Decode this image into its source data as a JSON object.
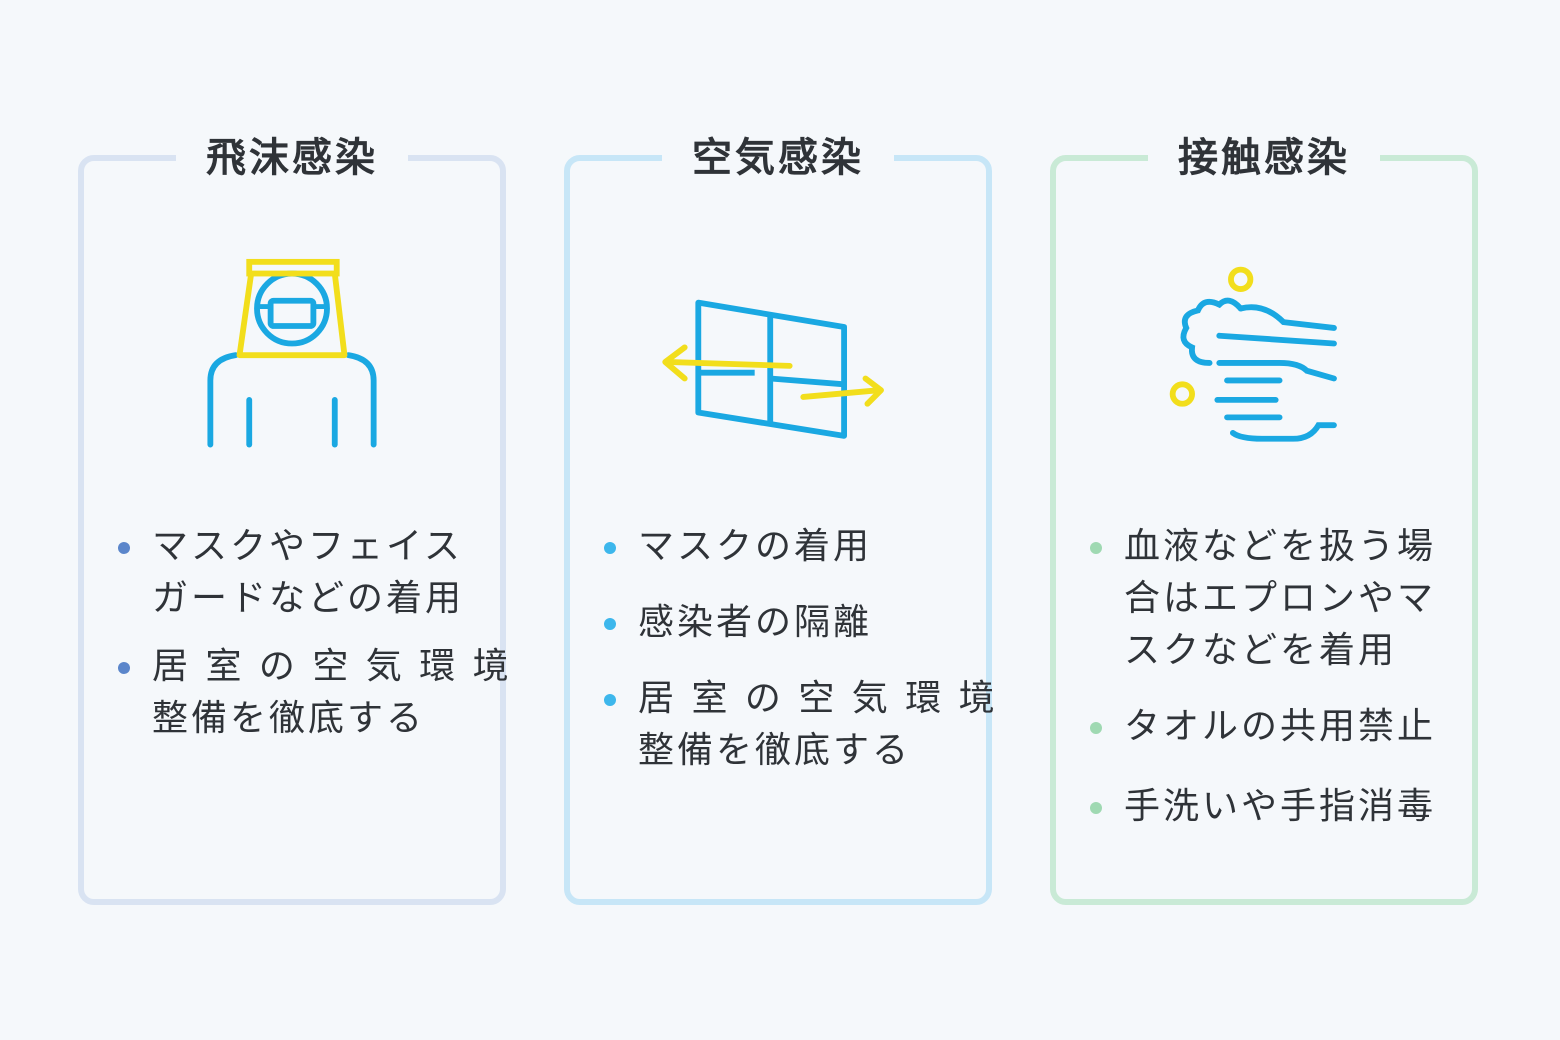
{
  "cards": [
    {
      "title": "飛沫感染",
      "icon": "face-shield-mask-person-icon",
      "dot_color": "#5b86cb",
      "bullets": [
        [
          "マスクやフェイス",
          "ガードなどの着用"
        ],
        [
          "居 室 の 空 気 環 境",
          "整備を徹底する"
        ]
      ]
    },
    {
      "title": "空気感染",
      "icon": "open-window-ventilation-icon",
      "dot_color": "#3db7ec",
      "bullets": [
        [
          "マスクの着用"
        ],
        [
          "感染者の隔離"
        ],
        [
          "居 室 の 空 気 環 境",
          "整備を徹底する"
        ]
      ]
    },
    {
      "title": "接触感染",
      "icon": "handwashing-soap-icon",
      "dot_color": "#9fd9b2",
      "bullets": [
        [
          "血液などを扱う場",
          "合はエプロンやマ",
          "スクなどを着用"
        ],
        [
          "タオルの共用禁止"
        ],
        [
          "手洗いや手指消毒"
        ]
      ]
    }
  ],
  "colors": {
    "icon_blue": "#1aa8e2",
    "icon_yellow": "#f2de1c",
    "border_droplet": "#d9e3f2",
    "border_airborne": "#c7e6f7",
    "border_contact": "#c9ead6",
    "background": "#f5f8fb",
    "text": "#2f3338"
  }
}
